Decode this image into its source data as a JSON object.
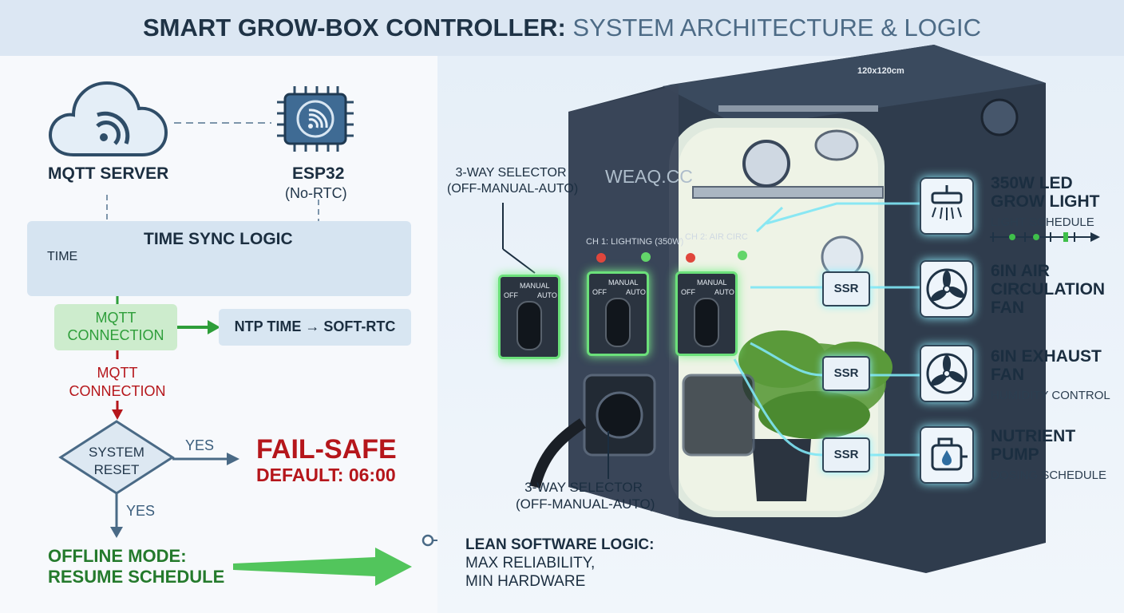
{
  "title": {
    "strong": "SMART GROW-BOX CONTROLLER",
    "sep": ":",
    "light": "SYSTEM ARCHITECTURE & LOGIC"
  },
  "left": {
    "mqtt_server": "MQTT SERVER",
    "esp32_title": "ESP32",
    "esp32_sub": "(No-RTC)",
    "time_sync_title": "TIME SYNC LOGIC",
    "time_label": "TIME",
    "mqtt_conn_ok": [
      "MQTT",
      "CONNECTION"
    ],
    "ntp_soft_rtc": "NTP TIME → SOFT-RTC",
    "mqtt_conn_fail": [
      "MQTT",
      "CONNECTION"
    ],
    "system_reset": [
      "SYSTEM",
      "RESET"
    ],
    "yes_right": "YES",
    "yes_down": "YES",
    "fail_safe_title": "FAIL-SAFE",
    "fail_safe_default": "DEFAULT: 06:00",
    "offline_mode": [
      "OFFLINE MODE:",
      "RESUME SCHEDULE"
    ],
    "lean_logic": [
      "LEAN SOFTWARE LOGIC:",
      "MAX RELIABILITY,",
      "MIN HARDWARE"
    ]
  },
  "right": {
    "tent_size": "120x120cm",
    "brand": "WEAQ.CC",
    "selector_top": [
      "3-WAY SELECTOR",
      "(OFF-MANUAL-AUTO)"
    ],
    "selector_bottom": [
      "3-WAY SELECTOR",
      "(OFF-MANUAL-AUTO)"
    ],
    "ch1_label": "CH 1: LIGHTING (350W)",
    "ch2_label": "CH 2: AIR CIRC",
    "switch_text": {
      "manual": "MANUAL",
      "auto": "AUTO",
      "off": "OFF"
    },
    "ssr_label": "SSR",
    "devices": [
      {
        "icon": "grow-light-icon",
        "title": [
          "350W LED",
          "GROW LIGHT"
        ],
        "sub": "LIGHT SCHEDULE"
      },
      {
        "icon": "fan-icon",
        "title": [
          "6IN AIR",
          "CIRCULATION",
          "FAN"
        ],
        "sub": ""
      },
      {
        "icon": "exhaust-fan-icon",
        "title": [
          "6IN EXHAUST",
          "FAN"
        ],
        "sub": "HUMIDITY CONTROL"
      },
      {
        "icon": "pump-icon",
        "title": [
          "NUTRIENT",
          "PUMP"
        ],
        "sub": "DOSING SCHEDULE"
      }
    ]
  },
  "colors": {
    "green": "#2e9e3a",
    "red": "#b5161b",
    "navy": "#1f3346",
    "cyan": "#7fe6f5"
  }
}
